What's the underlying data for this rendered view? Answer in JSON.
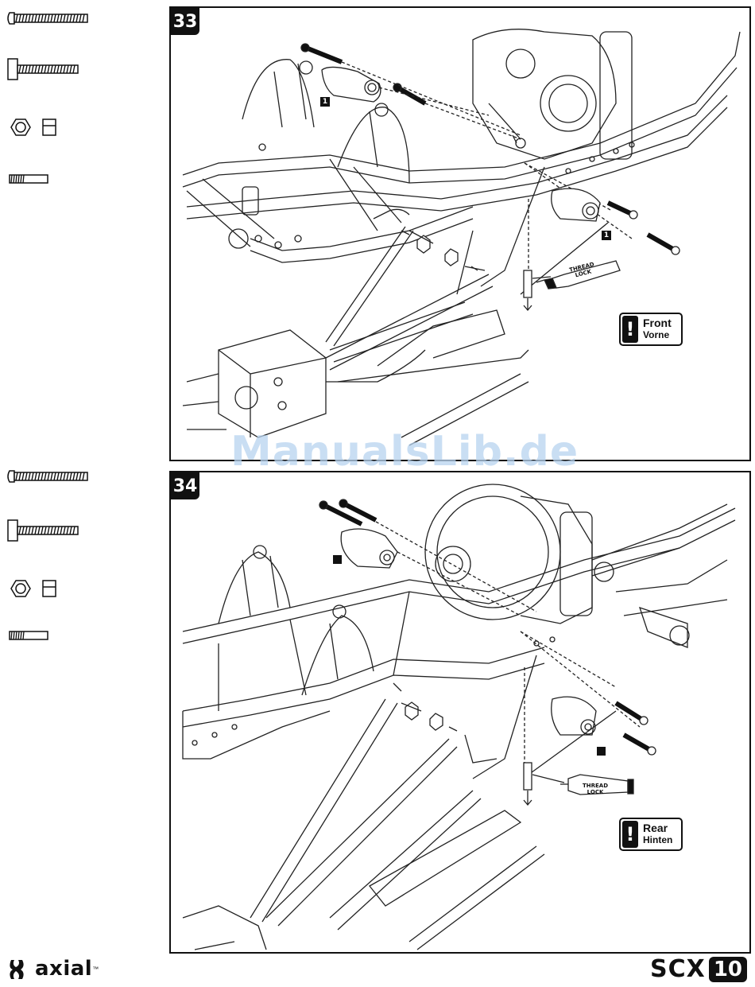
{
  "steps": [
    {
      "number": "33",
      "label_marker": "1",
      "thread_lock": [
        "THREAD",
        "LOCK"
      ],
      "note": {
        "line1": "Front",
        "line2": "Vorne"
      }
    },
    {
      "number": "34",
      "thread_lock": [
        "THREAD",
        "LOCK"
      ],
      "note": {
        "line1": "Rear",
        "line2": "Hinten"
      }
    }
  ],
  "watermark": "ManualsLib.de",
  "footer": {
    "brand": "axial",
    "trademark": "™",
    "model": "SCX",
    "model_number": "10"
  },
  "icons": {
    "parts": [
      "button-head-screw-icon",
      "cap-head-screw-icon",
      "nylon-lock-nut-icon",
      "set-screw-icon"
    ]
  }
}
